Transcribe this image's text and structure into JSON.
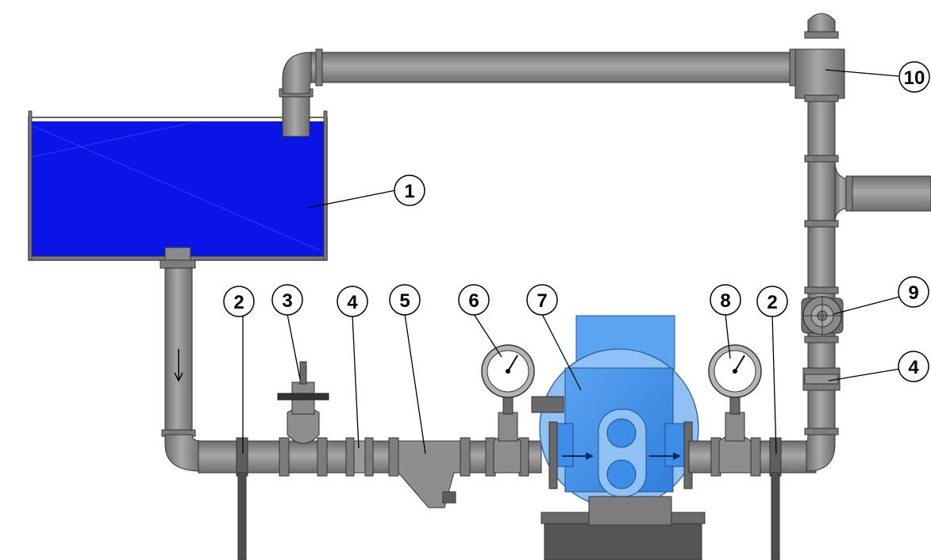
{
  "diagram": {
    "callouts": [
      {
        "id": "c1",
        "label": "1"
      },
      {
        "id": "c2a",
        "label": "2"
      },
      {
        "id": "c3",
        "label": "3"
      },
      {
        "id": "c4a",
        "label": "4"
      },
      {
        "id": "c5",
        "label": "5"
      },
      {
        "id": "c6",
        "label": "6"
      },
      {
        "id": "c7",
        "label": "7"
      },
      {
        "id": "c8",
        "label": "8"
      },
      {
        "id": "c2b",
        "label": "2"
      },
      {
        "id": "c9",
        "label": "9"
      },
      {
        "id": "c4b",
        "label": "4"
      },
      {
        "id": "c10",
        "label": "10"
      }
    ],
    "colors": {
      "water": "#0a14e6",
      "pump_body": "#3d8ee8",
      "pump_light": "#8fc1f5",
      "pipe": "#8e8e8e",
      "pipe_dark": "#6f6f6f",
      "outline": "#333333"
    }
  }
}
